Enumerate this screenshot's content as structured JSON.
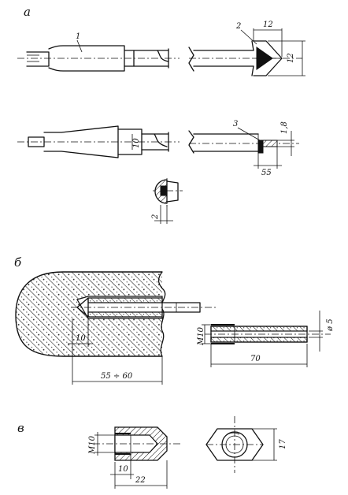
{
  "labels": {
    "section_a": "а",
    "section_b": "б",
    "section_v": "в"
  },
  "annotations": {
    "part_1": "1",
    "part_2": "2",
    "part_3": "3",
    "dim_12_top": "12",
    "dim_12_side": "12",
    "dim_1_8": "1,8",
    "dim_10_shank": "10",
    "dim_55": "55",
    "dim_2": "2",
    "dim_10_b": "10",
    "dim_55_60": "55 ÷ 60",
    "dim_m10_tube": "М10",
    "dim_70": "70",
    "dim_d5": "ø 5",
    "dim_m10_nut": "М10",
    "dim_10_v": "10",
    "dim_22": "22",
    "dim_17": "17"
  }
}
